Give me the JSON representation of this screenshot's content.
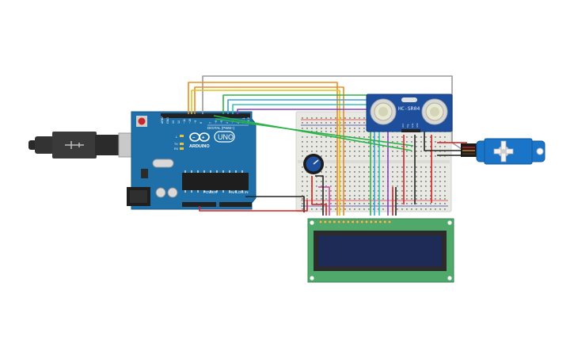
{
  "arduino": {
    "brand": "ARDUINO",
    "model": "UNO",
    "digital_label": "DIGITAL (PWM~)",
    "power_label": "POWER",
    "analog_label": "ANALOG IN",
    "tx_label": "TX",
    "rx_label": "RX",
    "l_label": "L",
    "on_label": "ON",
    "pin_labels": [
      "AREF",
      "GND",
      "13",
      "12",
      "~11",
      "~10",
      "~9",
      "8",
      "7",
      "~6",
      "~5",
      "4",
      "~3",
      "2",
      "TX 1",
      "RX 0"
    ]
  },
  "ultrasonic": {
    "model": "HC-SR04",
    "pins": [
      "VCC",
      "Trig",
      "Echo",
      "GND"
    ]
  },
  "colors": {
    "board_blue": "#1f6fa8",
    "breadboard": "#e9e9e4",
    "sensor_blue": "#1d4f9c",
    "lcd_green": "#4ea96a",
    "lcd_screen": "#1e2b57",
    "servo_blue": "#1a74c8",
    "wire_red": "#d42020",
    "wire_black": "#222222",
    "wire_orange": "#f08a1c",
    "wire_yellow": "#e6c21a",
    "wire_green": "#2bb34a",
    "wire_blue": "#3aa0dc",
    "wire_purple": "#8a3fc9",
    "wire_gray": "#9a9a9a",
    "wire_pink": "#d0459c"
  }
}
